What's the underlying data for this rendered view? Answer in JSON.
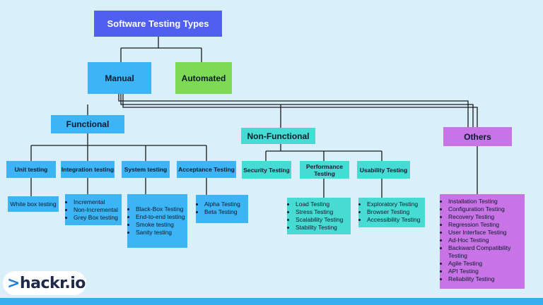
{
  "title": "Software Testing Types",
  "manual": "Manual",
  "automated": "Automated",
  "functional": "Functional",
  "non_functional": "Non-Functional",
  "others": "Others",
  "functional_types": {
    "unit": {
      "label": "Unit testing",
      "items": [
        "White box testing"
      ]
    },
    "integration": {
      "label": "Integration testing",
      "items": [
        "Incremental",
        "Non-Incremental",
        "Grey Box testing"
      ]
    },
    "system": {
      "label": "System testing",
      "items": [
        "Black-Box Testing",
        "End-to-end testing",
        "Smoke testing",
        "Sanity testing"
      ]
    },
    "acceptance": {
      "label": "Acceptance Testing",
      "items": [
        "Alpha Testing",
        "Beta Testing"
      ]
    }
  },
  "non_functional_types": {
    "security": {
      "label": "Security Testing"
    },
    "performance": {
      "label": "Performance Testing",
      "items": [
        "Load Testing",
        "Stress Testing",
        "Scalability Testing",
        "Stability Testing"
      ]
    },
    "usability": {
      "label": "Usability Testing",
      "items": [
        "Exploratory Testing",
        "Browser Testing",
        "Accessibility Testing"
      ]
    }
  },
  "others_items": [
    "Installation Testing",
    "Configuration Testing",
    "Recovery Testing",
    "Regression Testing",
    "User Interface Testing",
    "Ad-Hoc Testing",
    "Backward Compatibility Testing",
    "Agile Testing",
    "API Testing",
    "Reliability Testing"
  ],
  "logo": {
    "arrow": ">",
    "text": "hackr.io"
  },
  "colors": {
    "title": "#4f5ff0",
    "blue": "#3db4f5",
    "green": "#7ed957",
    "teal": "#46dcd3",
    "purple": "#c873e6",
    "background": "#d9f0fb"
  }
}
